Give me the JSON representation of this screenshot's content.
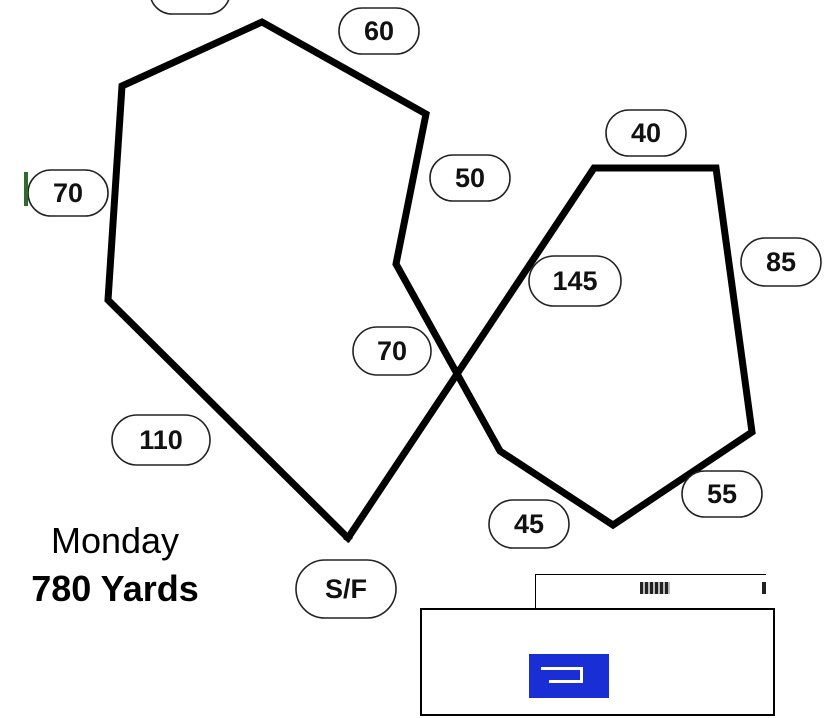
{
  "course": {
    "segments": [
      "60",
      "70",
      "50",
      "40",
      "145",
      "85",
      "70",
      "110",
      "55",
      "45"
    ],
    "start_finish": "S/F",
    "top_partial_label": "",
    "colors": {
      "route": "#000000",
      "inset_logo": "#1a2ed6"
    }
  },
  "caption": {
    "day": "Monday",
    "total": "780 Yards"
  },
  "inset": {
    "logo_icon": "company-logo-icon"
  }
}
